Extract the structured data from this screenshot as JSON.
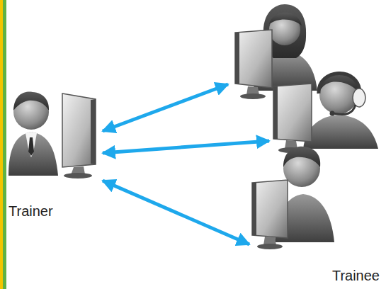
{
  "diagram": {
    "nodes": [
      {
        "text": [
          "Trainer"
        ]
      },
      {
        "text": [
          "Trainee"
        ]
      }
    ],
    "edges": [
      {
        "from": 0,
        "to": 1,
        "arrow": "both"
      },
      {
        "from": 0,
        "to": 1,
        "arrow": "both"
      },
      {
        "from": 0,
        "to": 1,
        "arrow": "both"
      }
    ]
  }
}
